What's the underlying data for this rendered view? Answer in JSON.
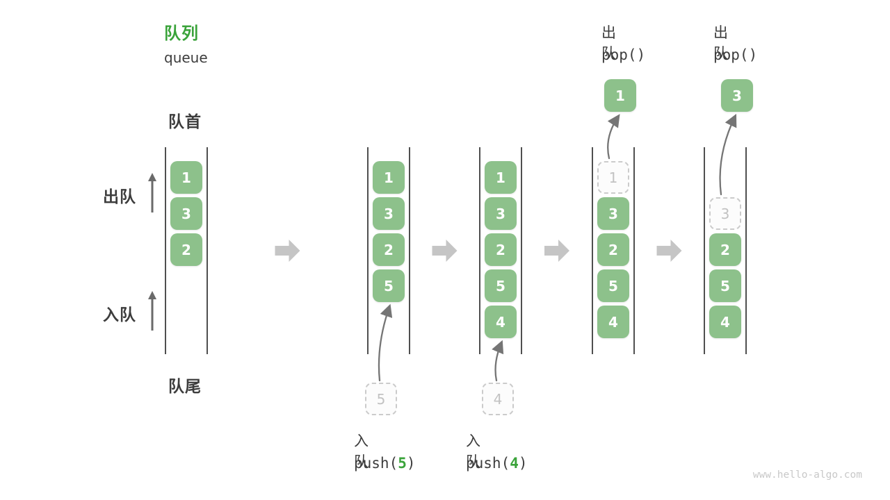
{
  "title": {
    "cn": "队列",
    "en": "queue"
  },
  "side_labels": {
    "front": "队首",
    "rear": "队尾",
    "dequeue": "出队",
    "enqueue": "入队"
  },
  "watermark": "www.hello-algo.com",
  "colors": {
    "box_green": "#8dc18b",
    "accent_green": "#3aa33a",
    "text_dark": "#3d3d3d",
    "curve_arrow_gray": "#757575",
    "side_arrow_gray": "#6a6a6a",
    "block_arrow_gray": "#c5c5c5",
    "ghost_border_gray": "#cbcbcb",
    "ghost_text_gray": "#c2c2c2",
    "wall_gray": "#4f4f4f",
    "watermark_gray": "#c8c8c8"
  },
  "queue_states": [
    {
      "name": "state-1",
      "slots": [
        {
          "slot": 0,
          "value": "1",
          "kind": "solid"
        },
        {
          "slot": 1,
          "value": "3",
          "kind": "solid"
        },
        {
          "slot": 2,
          "value": "2",
          "kind": "solid"
        }
      ],
      "operation": null
    },
    {
      "name": "state-2",
      "slots": [
        {
          "slot": 0,
          "value": "1",
          "kind": "solid"
        },
        {
          "slot": 1,
          "value": "3",
          "kind": "solid"
        },
        {
          "slot": 2,
          "value": "2",
          "kind": "solid"
        },
        {
          "slot": 3,
          "value": "5",
          "kind": "solid"
        }
      ],
      "operation": {
        "type": "enqueue",
        "label_cn": "入队",
        "code_prefix": "push(",
        "code_arg": "5",
        "code_suffix": ")",
        "staged_value": "5"
      }
    },
    {
      "name": "state-3",
      "slots": [
        {
          "slot": 0,
          "value": "1",
          "kind": "solid"
        },
        {
          "slot": 1,
          "value": "3",
          "kind": "solid"
        },
        {
          "slot": 2,
          "value": "2",
          "kind": "solid"
        },
        {
          "slot": 3,
          "value": "5",
          "kind": "solid"
        },
        {
          "slot": 4,
          "value": "4",
          "kind": "solid"
        }
      ],
      "operation": {
        "type": "enqueue",
        "label_cn": "入队",
        "code_prefix": "push(",
        "code_arg": "4",
        "code_suffix": ")",
        "staged_value": "4"
      }
    },
    {
      "name": "state-4",
      "slots": [
        {
          "slot": 0,
          "value": "1",
          "kind": "ghost"
        },
        {
          "slot": 1,
          "value": "3",
          "kind": "solid"
        },
        {
          "slot": 2,
          "value": "2",
          "kind": "solid"
        },
        {
          "slot": 3,
          "value": "5",
          "kind": "solid"
        },
        {
          "slot": 4,
          "value": "4",
          "kind": "solid"
        }
      ],
      "operation": {
        "type": "dequeue",
        "label_cn": "出队",
        "code": "pop()",
        "popped_value": "1"
      }
    },
    {
      "name": "state-5",
      "slots": [
        {
          "slot": 1,
          "value": "3",
          "kind": "ghost"
        },
        {
          "slot": 2,
          "value": "2",
          "kind": "solid"
        },
        {
          "slot": 3,
          "value": "5",
          "kind": "solid"
        },
        {
          "slot": 4,
          "value": "4",
          "kind": "solid"
        }
      ],
      "operation": {
        "type": "dequeue",
        "label_cn": "出队",
        "code": "pop()",
        "popped_value": "3"
      }
    }
  ]
}
